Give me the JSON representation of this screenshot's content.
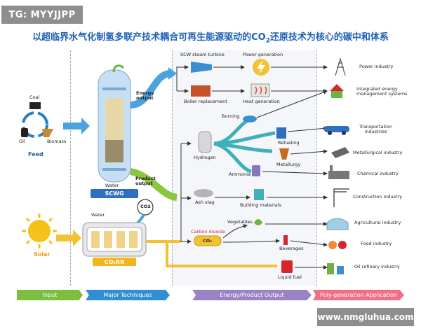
{
  "watermark_top": "TG: MYYJJPP",
  "watermark_bottom": "www.nmgluhua.com",
  "title_main": "以超临界水气化制氢多联产技术耦合可再生能源驱动的CO",
  "title_sub": "2",
  "title_tail": "还原技术为核心的碳中和体系",
  "feed": {
    "coal": "Coal",
    "oil": "Oil",
    "biomass": "Biomass",
    "label": "Feed"
  },
  "solar": "Solar",
  "scwg": {
    "water": "Water",
    "label": "SCWG",
    "energy_output": "Energy\noutput",
    "product_output": "Product\noutput"
  },
  "co2rr": {
    "water": "Water",
    "co2": "CO2",
    "label": "CO₂RR"
  },
  "middle": {
    "turbine": "SCW steam turbine",
    "power_gen": "Power generation",
    "boiler": "Boiler replacement",
    "heat_gen": "Heat generation",
    "burning": "Burning",
    "hydrogen": "Hydrogen",
    "refueling": "Refueling",
    "metallurgy": "Metallurgy",
    "ammonia": "Ammonia",
    "ash_slag": "Ash slag",
    "building_materials": "Building materials",
    "carbon_dioxide": "Carbon dioxide",
    "co2_tank": "CO₂",
    "vegetables": "Vegetables",
    "beverages": "Beverages",
    "liquid_fuel": "Liquid fuel"
  },
  "applications": [
    "Power industry",
    "Integrated energy\nmanagement systems",
    "Transportation\nindustries",
    "Metallurgical industry",
    "Chemical industry",
    "Construction industry",
    "Agricultural industry",
    "Food industry",
    "Oil refinery industry"
  ],
  "bottom_bar": [
    "Input",
    "Major Techniques",
    "Energy/Product  Output",
    "Poly-generation  Application"
  ],
  "colors": {
    "title": "#1f5fb4",
    "input": "#7cbf3f",
    "techniques": "#2f8fd0",
    "output": "#9b82c6",
    "application": "#ef6f86",
    "flow_blue": "#4aa3df",
    "flow_yellow": "#f2c233",
    "flow_green": "#8cc63f"
  }
}
